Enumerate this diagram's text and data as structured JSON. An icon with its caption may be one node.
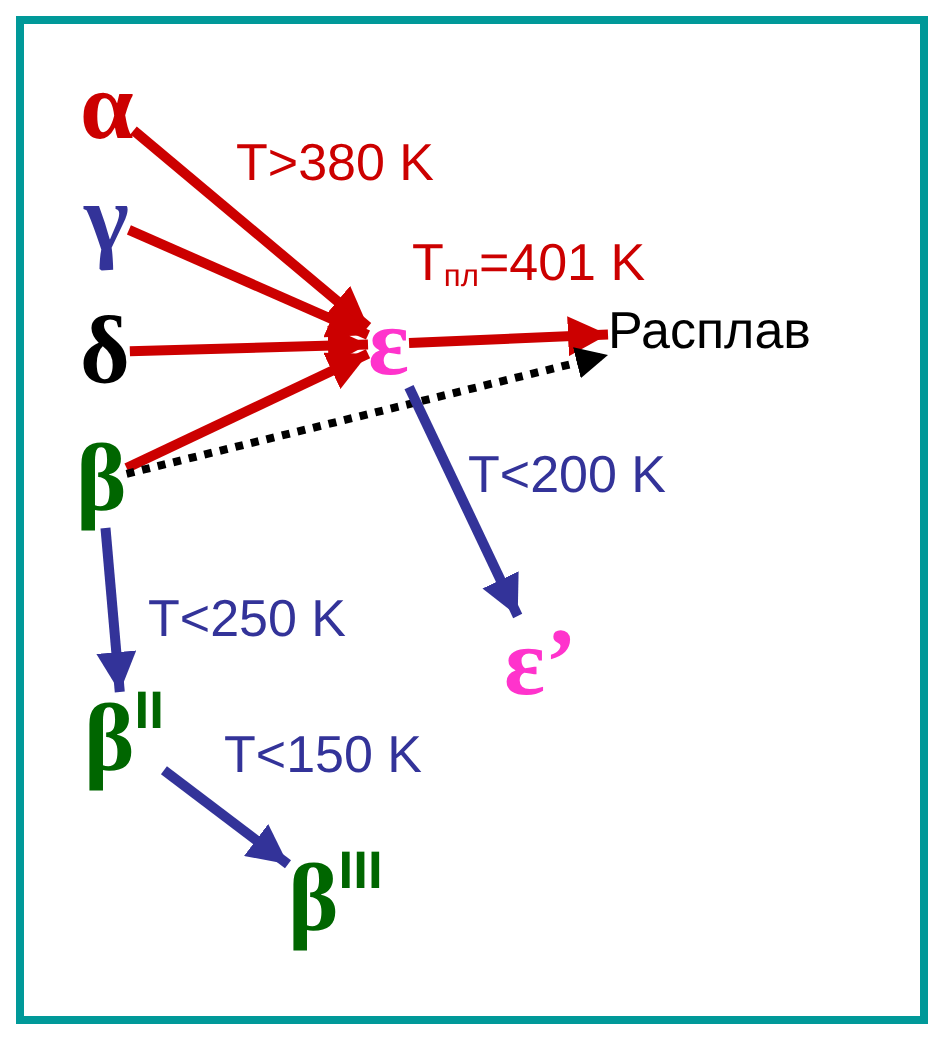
{
  "diagram": {
    "nodes": [
      {
        "text": [
          "α"
        ]
      },
      {
        "text": [
          "γ"
        ]
      },
      {
        "text": [
          "δ"
        ]
      },
      {
        "text": [
          "β"
        ]
      },
      {
        "text": [
          "ε"
        ]
      },
      {
        "text": [
          "Расплав"
        ]
      },
      {
        "text": [
          "ε’"
        ]
      },
      {
        "text": [
          "β$^{II}$"
        ]
      },
      {
        "text": [
          "β$^{III}$"
        ]
      }
    ],
    "edges": [
      {
        "from": 0,
        "to": 4,
        "arrow": "to",
        "label": "T>380 K",
        "color": "#cc0000"
      },
      {
        "from": 1,
        "to": 4,
        "arrow": "to",
        "color": "#cc0000"
      },
      {
        "from": 2,
        "to": 4,
        "arrow": "to",
        "color": "#cc0000"
      },
      {
        "from": 3,
        "to": 4,
        "arrow": "to",
        "color": "#cc0000"
      },
      {
        "from": 4,
        "to": 5,
        "arrow": "to",
        "label": "T$_{пл}$=401 K",
        "color": "#cc0000"
      },
      {
        "from": 3,
        "to": 5,
        "arrow": "to",
        "style": "dashed",
        "color": "#000000"
      },
      {
        "from": 4,
        "to": 6,
        "arrow": "to",
        "label": "T<200 K",
        "color": "#333399"
      },
      {
        "from": 3,
        "to": 7,
        "arrow": "to",
        "label": "T<250 K",
        "color": "#333399"
      },
      {
        "from": 7,
        "to": 8,
        "arrow": "to",
        "label": "T<150 K",
        "color": "#333399"
      }
    ]
  }
}
